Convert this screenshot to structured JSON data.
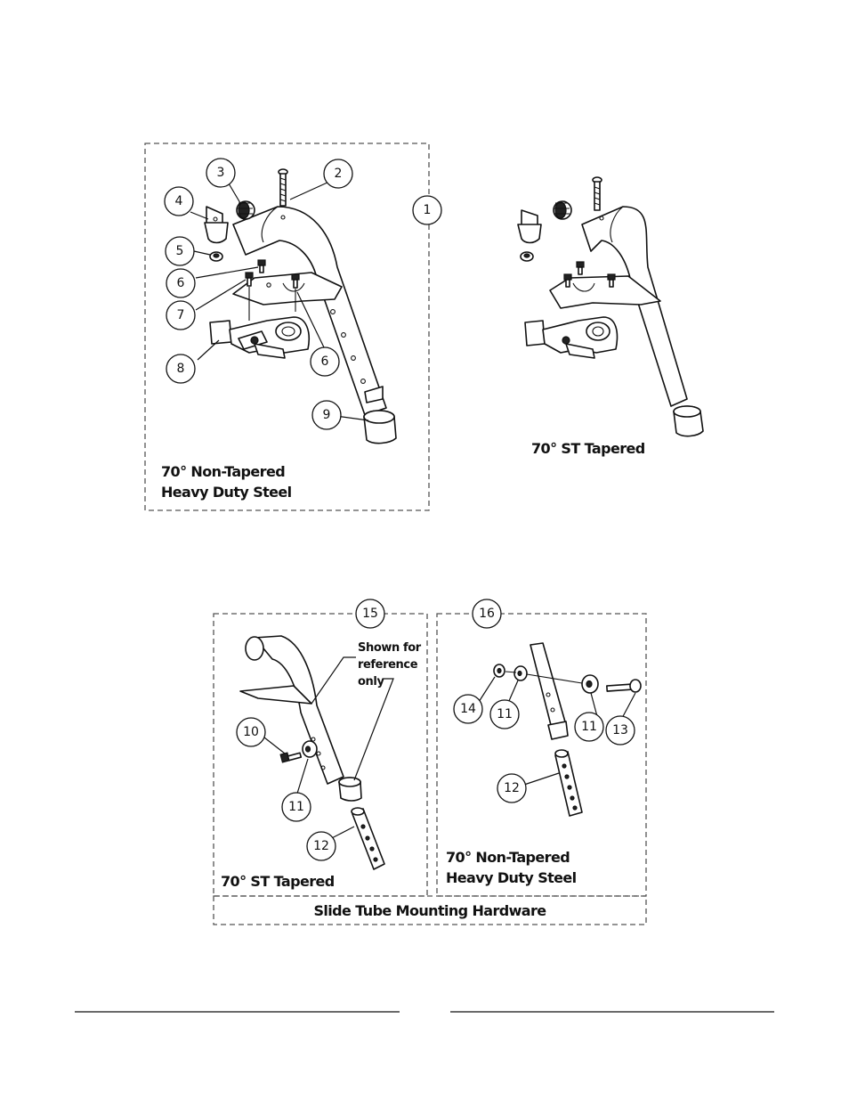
{
  "top_left_panel": {
    "caption_line1": "70° Non-Tapered",
    "caption_line2": "Heavy Duty Steel",
    "callouts": [
      "1",
      "2",
      "3",
      "4",
      "5",
      "6",
      "7",
      "8",
      "6",
      "9"
    ]
  },
  "top_right_panel": {
    "caption": "70° ST Tapered"
  },
  "bottom_left_panel": {
    "callout_top": "15",
    "note_line1": "Shown for",
    "note_line2": "reference",
    "note_line3": "only",
    "callouts": [
      "10",
      "11",
      "12"
    ],
    "caption": "70° ST Tapered"
  },
  "bottom_right_panel": {
    "callout_top": "16",
    "callouts": [
      "14",
      "11",
      "11",
      "13",
      "12"
    ],
    "caption_line1": "70° Non-Tapered",
    "caption_line2": "Heavy Duty Steel"
  },
  "hardware_label": "Slide Tube Mounting Hardware"
}
